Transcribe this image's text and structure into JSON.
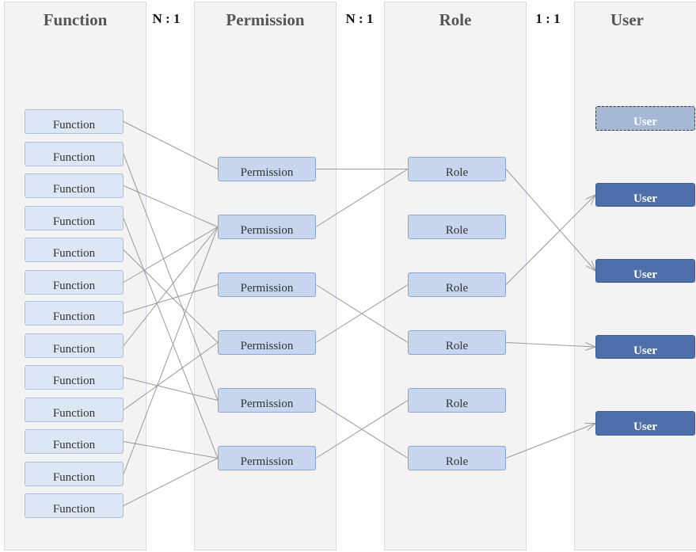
{
  "lanes": {
    "function": "Function",
    "permission": "Permission",
    "role": "Role",
    "user": "User"
  },
  "ratios": {
    "function_permission": "N : 1",
    "permission_role": "N : 1",
    "role_user": "1 : 1"
  },
  "nodes": {
    "functions": [
      "Function",
      "Function",
      "Function",
      "Function",
      "Function",
      "Function",
      "Function",
      "Function",
      "Function",
      "Function",
      "Function",
      "Function",
      "Function"
    ],
    "permissions": [
      "Permission",
      "Permission",
      "Permission",
      "Permission",
      "Permission",
      "Permission"
    ],
    "roles": [
      "Role",
      "Role",
      "Role",
      "Role",
      "Role",
      "Role"
    ],
    "users": [
      "User",
      "User",
      "User",
      "User",
      "User"
    ]
  },
  "edges": {
    "function_to_permission": [
      0,
      4,
      1,
      5,
      3,
      1,
      2,
      1,
      4,
      3,
      5,
      1,
      5
    ],
    "permission_to_role": [
      0,
      0,
      3,
      2,
      5,
      4
    ],
    "role_to_user": [
      2,
      -1,
      1,
      3,
      -1,
      4
    ]
  },
  "colors": {
    "lane_bg": "#f3f3f3",
    "node_fill": "#c7d6ee",
    "user_fill": "#4d6ea8",
    "user_ghost_fill": "#a6b8d4",
    "edge": "#999999"
  }
}
